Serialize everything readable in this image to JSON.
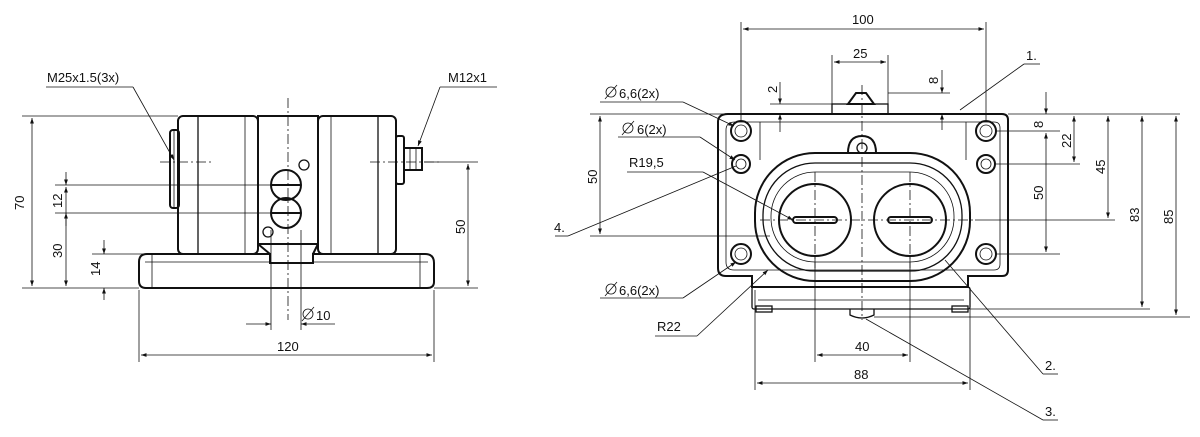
{
  "colors": {
    "line": "#111111",
    "background": "#ffffff"
  },
  "side_view": {
    "thread_m25": "M25x1.5(3x)",
    "thread_m12": "M12x1",
    "dim_70": "70",
    "dim_12": "12",
    "dim_30": "30",
    "dim_14": "14",
    "dim_50": "50",
    "dim_120": "120",
    "dim_d10": "10"
  },
  "front_view": {
    "dim_100": "100",
    "dim_25": "25",
    "dim_2": "2",
    "dim_8_top": "8",
    "dim_8_right": "8",
    "dim_22": "22",
    "dim_45": "45",
    "dim_50_right": "50",
    "dim_83": "83",
    "dim_85": "85",
    "dim_50_left": "50",
    "dim_40": "40",
    "dim_88": "88",
    "hole_66_top": "6,6(2x)",
    "hole_6": "6(2x)",
    "radius_195": "R19,5",
    "hole_66_bottom": "6,6(2x)",
    "radius_22": "R22",
    "ref_1": "1.",
    "ref_2": "2.",
    "ref_3": "3.",
    "ref_4": "4."
  }
}
